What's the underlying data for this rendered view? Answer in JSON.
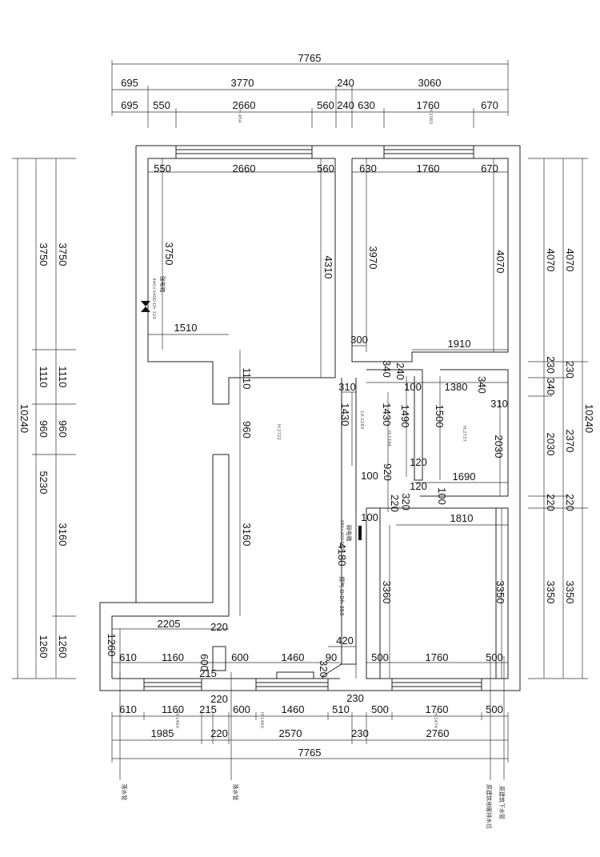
{
  "dims": {
    "top_total": "7765",
    "top_row2": [
      "695",
      "3770",
      "240",
      "3060"
    ],
    "top_row3": [
      "695",
      "550",
      "2660",
      "560",
      "240",
      "630",
      "1760",
      "670"
    ],
    "bottom_row1": [
      "610",
      "1160",
      "215",
      "600",
      "1460",
      "510",
      "500",
      "1760",
      "500"
    ],
    "bottom_row1b": [
      "220",
      "230"
    ],
    "bottom_row2": [
      "1985",
      "220",
      "2570",
      "230",
      "2760"
    ],
    "bottom_total": "7765",
    "left_outer": "10240",
    "left_mid": [
      "3750",
      "1110",
      "960",
      "5230",
      "1260"
    ],
    "left_inner": [
      "3750",
      "1110",
      "960",
      "3160",
      "1260"
    ],
    "right_outer": "10240",
    "right_mid": [
      "4070",
      "230",
      "2370",
      "220",
      "3350"
    ],
    "right_inner": [
      "4070",
      "230",
      "340",
      "2030",
      "220",
      "3350"
    ]
  },
  "interior": {
    "room1_top": [
      "550",
      "2660",
      "560"
    ],
    "room1_left_h": "3750",
    "room1_right_h": "4310",
    "room1_step": "1510",
    "col_a": [
      "1110",
      "960",
      "3160"
    ],
    "room2_top": [
      "630",
      "1760",
      "670"
    ],
    "room2_left_h": "3970",
    "room2_right_h": "4070",
    "room2_step_w": "300",
    "room2_bottom": "1910",
    "corridor": [
      "340",
      "240",
      "100",
      "1380",
      "340",
      "310"
    ],
    "corridor_left": [
      "310",
      "1430",
      "1430",
      "1490",
      "1500",
      "2030"
    ],
    "mid": [
      "120",
      "1690",
      "120",
      "100",
      "920",
      "100",
      "320",
      "220",
      "100"
    ],
    "room3_top": "1810",
    "room3_heights": [
      "4180",
      "3360",
      "3350"
    ],
    "bottom_left": [
      "2205",
      "220",
      "1260",
      "610",
      "1160",
      "600",
      "215",
      "600",
      "1460",
      "320",
      "90",
      "420",
      "500",
      "1760",
      "500"
    ],
    "bottom_dim_230": "230",
    "bottom_dim_220": "220"
  },
  "labels": {
    "elec_box_1": "强电箱",
    "elec_box_1_size": "440×340D:Dh 320",
    "elec_box_2": "弱电箱",
    "elec_box_2_size": "380×300 D:Dh",
    "room_h1": "H:2722",
    "room_h2": "LX:2283",
    "room_h3": "H:2744",
    "room_h4": "H:2737",
    "gas_label": "燃气 D:Dh 350",
    "window_tags": [
      "H:454",
      "H:1460",
      "H:1474",
      "H:1460",
      "H:2060"
    ],
    "drain_1": "落水管",
    "drain_2": "落水管",
    "drain_3": "原建筑下水管",
    "drain_4": "原建筑地暖排水位"
  }
}
